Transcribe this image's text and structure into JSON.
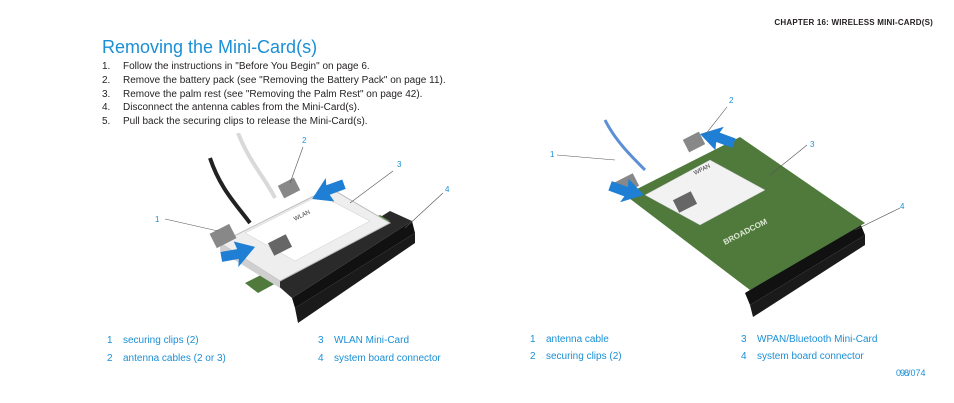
{
  "header": {
    "chapter": "CHAPTER 16: WIRELESS MINI-CARD(S)"
  },
  "section": {
    "title": "Removing the Mini-Card(s)"
  },
  "steps": [
    {
      "num": "1.",
      "text": "Follow the instructions in \"Before You Begin\" on page 6."
    },
    {
      "num": "2.",
      "text": "Remove the battery pack (see \"Removing the Battery Pack\" on page 11)."
    },
    {
      "num": "3.",
      "text": "Remove the palm rest (see \"Removing the Palm Rest\" on page 42)."
    },
    {
      "num": "4.",
      "text": "Disconnect the antenna cables from the Mini-Card(s)."
    },
    {
      "num": "5.",
      "text": "Pull back the securing clips to release the Mini-Card(s)."
    }
  ],
  "figure_left": {
    "callouts": [
      "1",
      "2",
      "3",
      "4"
    ],
    "card_label": "WLAN",
    "legend": [
      {
        "num": "1",
        "text": "securing clips (2)"
      },
      {
        "num": "2",
        "text": "antenna cables (2 or 3)"
      },
      {
        "num": "3",
        "text": "WLAN Mini-Card"
      },
      {
        "num": "4",
        "text": "system board connector"
      }
    ]
  },
  "figure_right": {
    "callouts": [
      "1",
      "2",
      "3",
      "4"
    ],
    "card_label": "WPAN",
    "brand": "BROADCOM",
    "legend": [
      {
        "num": "1",
        "text": "antenna cable"
      },
      {
        "num": "2",
        "text": "securing clips (2)"
      },
      {
        "num": "3",
        "text": "WPAN/Bluetooth Mini-Card"
      },
      {
        "num": "4",
        "text": "system board connector"
      }
    ]
  },
  "footer": {
    "page_mark": "098",
    "page_total": "/074"
  },
  "colors": {
    "accent": "#1a8fd6",
    "text": "#231f20",
    "arrow": "#1f7fd4",
    "board": "#4f7a3c"
  }
}
